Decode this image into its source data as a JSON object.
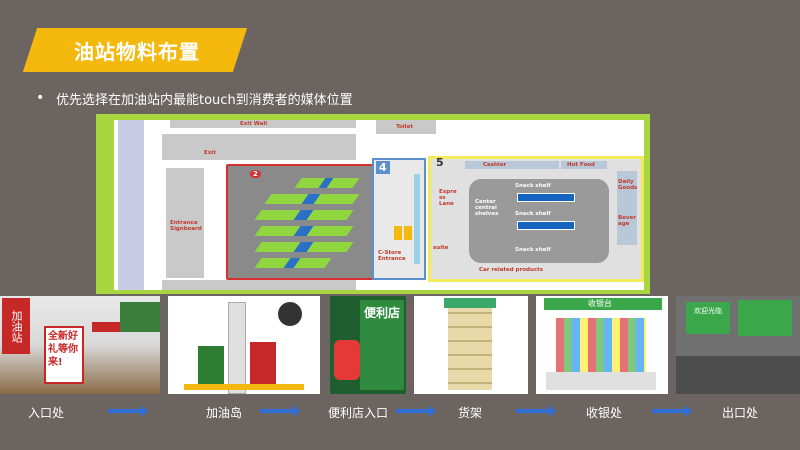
{
  "slide": {
    "title": "油站物料布置",
    "bullet": "优先选择在加油站内最能touch到消费者的媒体位置"
  },
  "plan": {
    "labels": {
      "exit_wall": "Exit Wall",
      "toilet": "Toilet",
      "exit": "Exit",
      "entrance_signboard": "Entrance Signboard",
      "cstore_entrance": "C-Store Entrance",
      "cashier": "Cashier",
      "hot_food": "Hot Food",
      "daily_goods": "Daily Goods",
      "beverage": "Bever age",
      "express_lane": "Expre ss Lane",
      "snack_shelf": "Snack shelf",
      "center_shelves": "Center central shelves",
      "car_related": "Car related products",
      "suite": "suite"
    },
    "markers": {
      "m2": "2",
      "m4": "4",
      "m5": "5"
    }
  },
  "steps": [
    {
      "label": "入口处"
    },
    {
      "label": "加油岛"
    },
    {
      "label": "便利店入口"
    },
    {
      "label": "货架"
    },
    {
      "label": "收银处"
    },
    {
      "label": "出口处"
    }
  ],
  "photo_text": {
    "sign1": "加油站",
    "sign2": "全新好礼等你来!",
    "store_sign": "便利店",
    "cashier_banner": "收银台",
    "exit_board": "欢迎光临"
  },
  "colors": {
    "accent": "#f5b90e",
    "background": "#6b6461",
    "plan_border": "#a7d63f",
    "arrow": "#2f6fd6"
  }
}
